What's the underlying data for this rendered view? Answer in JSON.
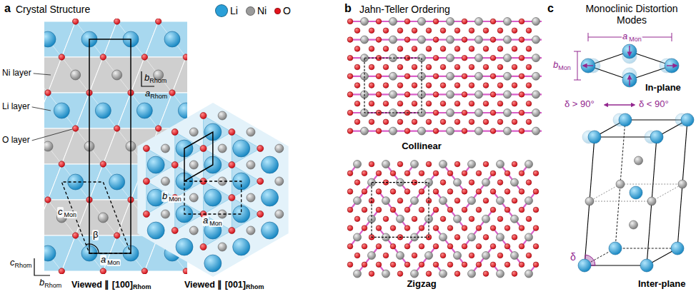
{
  "diagram": {
    "labels": [
      "a",
      "Crystal Structure",
      "Ni layer",
      "Li layer",
      "O layer",
      "c",
      "Rhom",
      "b",
      "Rhom",
      "c",
      "Mon",
      "β",
      "a",
      "Mon",
      "Viewed ∥ [100]",
      "Rhom",
      "b",
      "Rhom",
      "a",
      "Rhom",
      "b",
      "Mon",
      "a",
      "Mon",
      "Viewed ∥ [001]",
      "Rhom",
      "b",
      "Jahn-Teller Ordering",
      "Collinear",
      "Zigzag",
      "c",
      "Monoclinic Distortion Modes",
      "a",
      "Mon",
      "b",
      "Mon",
      "In-plane",
      "δ > 90°",
      "δ < 90°",
      "δ",
      "Inter-plane"
    ],
    "legend": [
      {
        "text": "Li",
        "color": "#2a9fd8"
      },
      {
        "text": "Ni",
        "color": "#9b9b9b"
      },
      {
        "text": "O",
        "color": "#e3131b"
      }
    ]
  }
}
